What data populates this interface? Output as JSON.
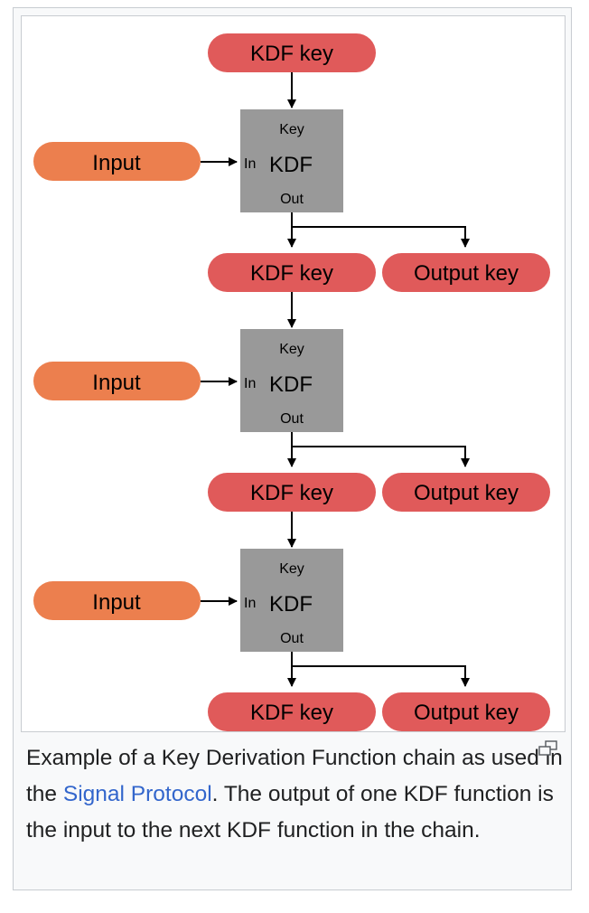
{
  "diagram": {
    "top_key_label": "KDF key",
    "stages": [
      {
        "input_label": "Input",
        "kdf": {
          "key_port": "Key",
          "in_port": "In",
          "title": "KDF",
          "out_port": "Out"
        },
        "kdf_key_label": "KDF key",
        "output_key_label": "Output key"
      },
      {
        "input_label": "Input",
        "kdf": {
          "key_port": "Key",
          "in_port": "In",
          "title": "KDF",
          "out_port": "Out"
        },
        "kdf_key_label": "KDF key",
        "output_key_label": "Output key"
      },
      {
        "input_label": "Input",
        "kdf": {
          "key_port": "Key",
          "in_port": "In",
          "title": "KDF",
          "out_port": "Out"
        },
        "kdf_key_label": "KDF key",
        "output_key_label": "Output key"
      }
    ],
    "colors": {
      "key_node": "#e05a5a",
      "input_node": "#ec7f4e",
      "kdf_box": "#999999",
      "arrow": "#000000"
    }
  },
  "caption": {
    "text_before_link": "Example of a Key Derivation Function chain as used in the ",
    "link_text": "Signal Protocol",
    "text_after_link": ". The output of one KDF function is the input to the next KDF function in the chain.",
    "link_color": "#3366cc"
  },
  "magnify_icon": "enlarge-icon"
}
